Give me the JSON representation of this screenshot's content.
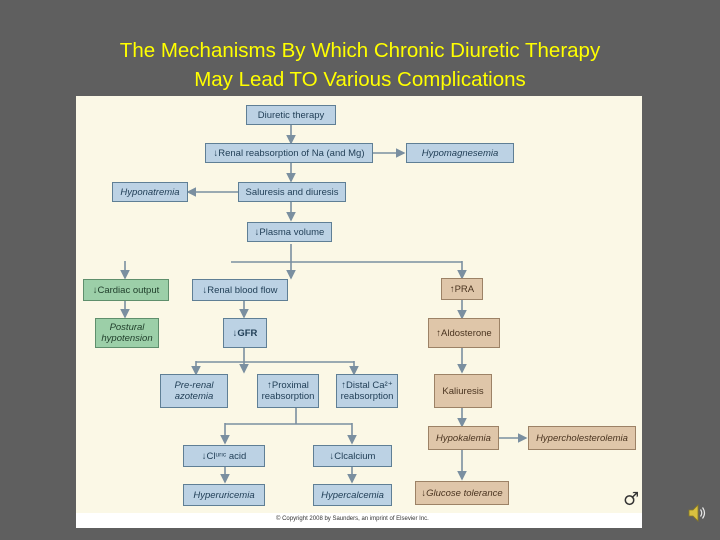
{
  "title": {
    "line1": "The Mechanisms By Which Chronic Diuretic Therapy",
    "line2": "May Lead TO Various Complications"
  },
  "nodes": {
    "diuretic": "Diuretic therapy",
    "renal_reabs": "↓Renal reabsorption of Na (and Mg)",
    "hypomag": "Hypomagnesemia",
    "hyponat": "Hyponatremia",
    "saluresis": "Saluresis and diuresis",
    "plasma": "↓Plasma volume",
    "cardiac": "↓Cardiac output",
    "renal_blood": "↓Renal blood flow",
    "pra": "↑PRA",
    "postural": "Postural\nhypotension",
    "gfr": "↓GFR",
    "aldo": "↑Aldosterone",
    "prerenal": "Pre-renal\nazotemia",
    "proximal": "↑Proximal\nreabsorption",
    "distal": "↑Distal Ca²⁺\nreabsorption",
    "kaliuresis": "Kaliuresis",
    "hypokal": "Hypokalemia",
    "hyperchol": "Hypercholesterolemia",
    "uric": "↓Clᵘʳᶦᶜ acid",
    "calcium": "↓Clcalcium",
    "hyperuric": "Hyperuricemia",
    "hypercal": "Hypercalcemia",
    "glucose": "↓Glucose tolerance"
  },
  "copyright": "© Copyright 2008 by Saunders, an imprint of Elsevier Inc.",
  "colors": {
    "background": "#5f5f5f",
    "title": "#ffff00",
    "box_blue": "#bcd2e4",
    "box_green": "#9ccfa8",
    "box_tan": "#dfc6a9",
    "figure_bg": "#fbf8e6"
  },
  "icons": {
    "logo": "elsevier-logo-icon",
    "audio": "speaker-icon"
  }
}
